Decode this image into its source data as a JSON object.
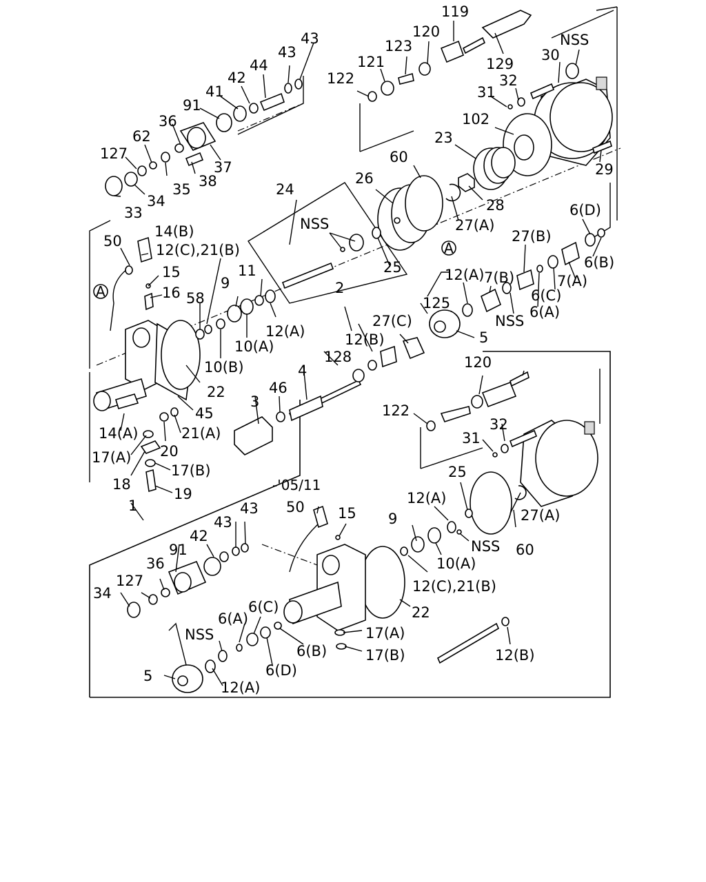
{
  "diagram": {
    "revision_note": "-'05/11",
    "callouts": {
      "119": "119",
      "120": "120",
      "120b": "120",
      "129": "129",
      "123": "123",
      "121": "121",
      "122": "122",
      "122b": "122",
      "43a": "43",
      "43b": "43",
      "43c": "43",
      "44": "44",
      "42": "42",
      "42b": "42",
      "41": "41",
      "91": "91",
      "91b": "91",
      "36": "36",
      "36b": "36",
      "62": "62",
      "127": "127",
      "127b": "127",
      "37": "37",
      "35": "35",
      "38": "38",
      "33": "33",
      "34": "34",
      "34b": "34",
      "24": "24",
      "26": "26",
      "60": "60",
      "60b": "60",
      "23": "23",
      "102": "102",
      "30": "30",
      "nss_top": "NSS",
      "31": "31",
      "31b": "31",
      "32": "32",
      "32b": "32",
      "28": "28",
      "29": "29",
      "27a": "27(A)",
      "27a2": "27(A)",
      "27b": "27(B)",
      "27c": "27(C)",
      "25": "25",
      "25b": "25",
      "6d": "6(D)",
      "6d2": "6(D)",
      "6b": "6(B)",
      "6b2": "6(B)",
      "7a": "7(A)",
      "7b": "7(B)",
      "6c": "6(C)",
      "6c2": "6(C)",
      "6a": "6(A)",
      "6a2": "6(A)",
      "nss_mid": "NSS",
      "nss_inner": "NSS",
      "nss_low": "NSS",
      "nss_low2": "NSS",
      "12a1": "12(A)",
      "12a2": "12(A)",
      "12a3": "12(A)",
      "12a4": "12(A)",
      "12b": "12(B)",
      "12b2": "12(B)",
      "12c21b": "12(C),21(B)",
      "12c21b2": "12(C),21(B)",
      "14b": "14(B)",
      "14a": "14(A)",
      "50": "50",
      "50b": "50",
      "15": "15",
      "15b": "15",
      "16": "16",
      "58": "58",
      "9": "9",
      "9b": "9",
      "11": "11",
      "10a": "10(A)",
      "10a2": "10(A)",
      "10b": "10(B)",
      "2": "2",
      "125": "125",
      "128": "128",
      "4": "4",
      "46": "46",
      "3": "3",
      "22": "22",
      "22b": "22",
      "45": "45",
      "21a": "21(A)",
      "20": "20",
      "17a": "17(A)",
      "17a2": "17(A)",
      "17b": "17(B)",
      "17b2": "17(B)",
      "18": "18",
      "19": "19",
      "1": "1",
      "5": "5",
      "5b": "5",
      "circle_a": "A"
    }
  }
}
